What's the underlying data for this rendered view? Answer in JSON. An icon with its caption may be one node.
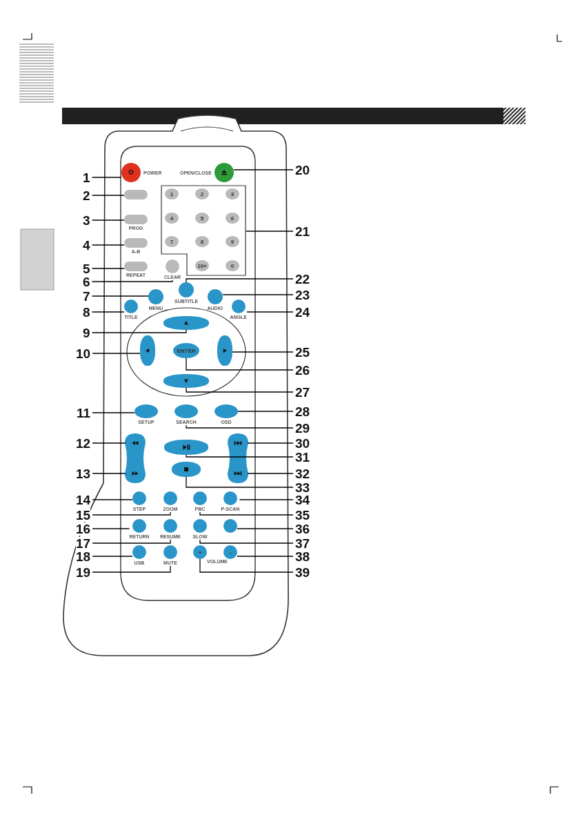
{
  "diagram": {
    "nodes": [
      {
        "text": [
          "1"
        ]
      },
      {
        "text": [
          "2"
        ]
      },
      {
        "text": [
          "3"
        ]
      },
      {
        "text": [
          "4"
        ]
      },
      {
        "text": [
          "5"
        ]
      },
      {
        "text": [
          "6"
        ]
      },
      {
        "text": [
          "7"
        ]
      },
      {
        "text": [
          "8"
        ]
      },
      {
        "text": [
          "9"
        ]
      },
      {
        "text": [
          "10"
        ]
      },
      {
        "text": [
          "11"
        ]
      },
      {
        "text": [
          "12"
        ]
      },
      {
        "text": [
          "13"
        ]
      },
      {
        "text": [
          "14"
        ]
      },
      {
        "text": [
          "15"
        ]
      },
      {
        "text": [
          "16"
        ]
      },
      {
        "text": [
          "17"
        ]
      },
      {
        "text": [
          "18"
        ]
      },
      {
        "text": [
          "19"
        ]
      },
      {
        "text": [
          "20"
        ]
      },
      {
        "text": [
          "21"
        ]
      },
      {
        "text": [
          "22"
        ]
      },
      {
        "text": [
          "23"
        ]
      },
      {
        "text": [
          "24"
        ]
      },
      {
        "text": [
          "25"
        ]
      },
      {
        "text": [
          "26"
        ]
      },
      {
        "text": [
          "27"
        ]
      },
      {
        "text": [
          "28"
        ]
      },
      {
        "text": [
          "29"
        ]
      },
      {
        "text": [
          "30"
        ]
      },
      {
        "text": [
          "31"
        ]
      },
      {
        "text": [
          "32"
        ]
      },
      {
        "text": [
          "33"
        ]
      },
      {
        "text": [
          "34"
        ]
      },
      {
        "text": [
          "35"
        ]
      },
      {
        "text": [
          "36"
        ]
      },
      {
        "text": [
          "37"
        ]
      },
      {
        "text": [
          "38"
        ]
      },
      {
        "text": [
          "39"
        ]
      },
      {
        "text": [],
        "shape": "circle",
        "beside": [
          "POWER"
        ]
      },
      {
        "text": [],
        "shape": "box"
      },
      {
        "text": [],
        "shape": "box",
        "beside": [
          "PROG"
        ]
      },
      {
        "text": [],
        "shape": "box",
        "beside": [
          "A-B"
        ]
      },
      {
        "text": [],
        "shape": "box",
        "beside": [
          "REPEAT"
        ]
      },
      {
        "text": [],
        "shape": "circle",
        "beside": [
          "CLEAR"
        ]
      },
      {
        "text": [],
        "shape": "circle",
        "beside": [
          "MENU"
        ]
      },
      {
        "text": [],
        "shape": "circle",
        "beside": [
          "TITLE"
        ]
      },
      {
        "text": [],
        "shape": "box"
      },
      {
        "text": [],
        "shape": "box"
      },
      {
        "text": [],
        "shape": "circle",
        "beside": [
          "SETUP"
        ]
      },
      {
        "text": [],
        "shape": "circle"
      },
      {
        "text": [],
        "shape": "circle"
      },
      {
        "text": [],
        "shape": "circle",
        "beside": [
          "STEP"
        ]
      },
      {
        "text": [],
        "shape": "circle",
        "beside": [
          "ZOOM"
        ]
      },
      {
        "text": [],
        "shape": "circle",
        "beside": [
          "RETURN"
        ]
      },
      {
        "text": [],
        "shape": "circle",
        "beside": [
          "RESUME"
        ]
      },
      {
        "text": [],
        "shape": "circle",
        "beside": [
          "USB"
        ]
      },
      {
        "text": [],
        "shape": "circle",
        "beside": [
          "MUTE"
        ]
      },
      {
        "text": [],
        "shape": "circle",
        "beside": [
          "OPEN/CLOSE"
        ]
      },
      {
        "text": [],
        "shape": "box"
      },
      {
        "text": [],
        "shape": "circle",
        "beside": [
          "SUBTITLE"
        ]
      },
      {
        "text": [],
        "shape": "circle",
        "beside": [
          "AUDIO"
        ]
      },
      {
        "text": [],
        "shape": "circle",
        "beside": [
          "ANGLE"
        ]
      },
      {
        "text": [],
        "shape": "box"
      },
      {
        "text": [
          "ENTER"
        ]
      },
      {
        "text": [],
        "shape": "box"
      },
      {
        "text": [],
        "shape": "circle",
        "beside": [
          "OSD"
        ]
      },
      {
        "text": [],
        "shape": "circle",
        "beside": [
          "SEARCH"
        ]
      },
      {
        "text": [],
        "shape": "circle"
      },
      {
        "text": [],
        "shape": "box"
      },
      {
        "text": [],
        "shape": "circle"
      },
      {
        "text": [],
        "shape": "box"
      },
      {
        "text": [],
        "shape": "circle",
        "beside": [
          "P-SCAN"
        ]
      },
      {
        "text": [],
        "shape": "circle",
        "beside": [
          "PBC"
        ]
      },
      {
        "text": [],
        "shape": "circle"
      },
      {
        "text": [],
        "shape": "circle",
        "beside": [
          "SLOW"
        ]
      },
      {
        "text": [
          "-"
        ]
      },
      {
        "text": [
          "+"
        ]
      },
      {
        "text": [
          "1"
        ],
        "in": 59
      },
      {
        "text": [
          "2"
        ],
        "in": 59
      },
      {
        "text": [
          "3"
        ],
        "in": 59
      },
      {
        "text": [
          "4"
        ],
        "in": 59
      },
      {
        "text": [
          "5"
        ],
        "in": 59
      },
      {
        "text": [
          "6"
        ],
        "in": 59
      },
      {
        "text": [
          "7"
        ],
        "in": 59
      },
      {
        "text": [
          "8"
        ],
        "in": 59
      },
      {
        "text": [
          "9"
        ],
        "in": 59
      },
      {
        "text": [
          "10+"
        ],
        "in": 59
      },
      {
        "text": [
          "0"
        ],
        "in": 59
      }
    ],
    "edges": [
      {
        "from": 0,
        "to": 39,
        "arrow": "none"
      },
      {
        "from": 1,
        "to": 40,
        "arrow": "none"
      },
      {
        "from": 2,
        "to": 41,
        "arrow": "none"
      },
      {
        "from": 3,
        "to": 42,
        "arrow": "none"
      },
      {
        "from": 4,
        "to": 43,
        "arrow": "none"
      },
      {
        "from": 5,
        "to": 44,
        "arrow": "none"
      },
      {
        "from": 6,
        "to": 45,
        "arrow": "none"
      },
      {
        "from": 7,
        "to": 46,
        "arrow": "none"
      },
      {
        "from": 8,
        "to": 47,
        "arrow": "none"
      },
      {
        "from": 9,
        "to": 48,
        "arrow": "none"
      },
      {
        "from": 10,
        "to": 49,
        "arrow": "none"
      },
      {
        "from": 11,
        "to": 50,
        "arrow": "none"
      },
      {
        "from": 12,
        "to": 51,
        "arrow": "none"
      },
      {
        "from": 13,
        "to": 52,
        "arrow": "none"
      },
      {
        "from": 14,
        "to": 53,
        "arrow": "none"
      },
      {
        "from": 15,
        "to": 54,
        "arrow": "none"
      },
      {
        "from": 16,
        "to": 55,
        "arrow": "none"
      },
      {
        "from": 17,
        "to": 56,
        "arrow": "none"
      },
      {
        "from": 18,
        "to": 57,
        "arrow": "none"
      },
      {
        "from": 19,
        "to": 58,
        "arrow": "none"
      },
      {
        "from": 20,
        "to": 59,
        "arrow": "none"
      },
      {
        "from": 21,
        "to": 60,
        "arrow": "none"
      },
      {
        "from": 22,
        "to": 61,
        "arrow": "none"
      },
      {
        "from": 23,
        "to": 62,
        "arrow": "none"
      },
      {
        "from": 24,
        "to": 63,
        "arrow": "none"
      },
      {
        "from": 25,
        "to": 64,
        "arrow": "none"
      },
      {
        "from": 26,
        "to": 65,
        "arrow": "none"
      },
      {
        "from": 27,
        "to": 66,
        "arrow": "none"
      },
      {
        "from": 28,
        "to": 67,
        "arrow": "none"
      },
      {
        "from": 29,
        "to": 68,
        "arrow": "none"
      },
      {
        "from": 30,
        "to": 69,
        "arrow": "none"
      },
      {
        "from": 31,
        "to": 70,
        "arrow": "none"
      },
      {
        "from": 32,
        "to": 71,
        "arrow": "none"
      },
      {
        "from": 33,
        "to": 72,
        "arrow": "none"
      },
      {
        "from": 34,
        "to": 73,
        "arrow": "none"
      },
      {
        "from": 35,
        "to": 74,
        "arrow": "none"
      },
      {
        "from": 36,
        "to": 75,
        "arrow": "none"
      },
      {
        "from": 37,
        "to": 76,
        "arrow": "none"
      },
      {
        "from": 38,
        "to": 77,
        "arrow": "none"
      }
    ],
    "labels": [
      "VOLUME"
    ]
  }
}
